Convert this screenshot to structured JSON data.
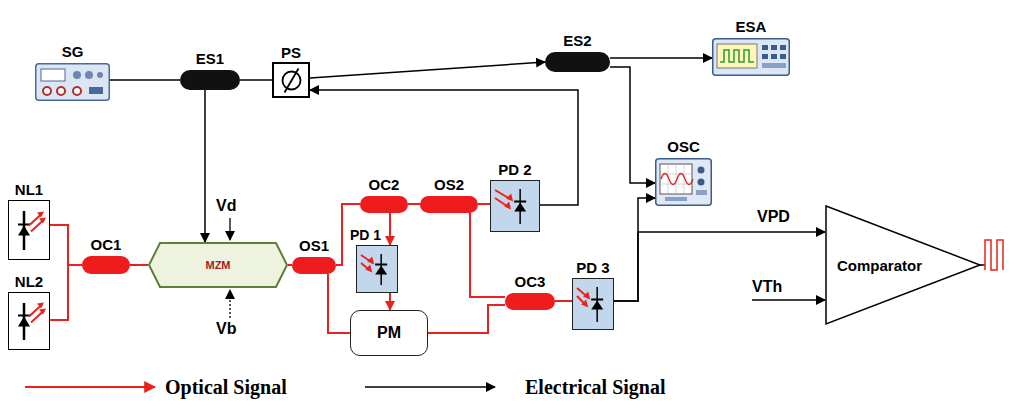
{
  "diagram": {
    "nodes": [
      {
        "text": [
          "SG"
        ]
      },
      {
        "text": [
          "ES1"
        ]
      },
      {
        "text": [
          "PS"
        ]
      },
      {
        "text": [
          "ES2"
        ]
      },
      {
        "text": [
          "ESA"
        ]
      },
      {
        "text": [
          "OSC"
        ]
      },
      {
        "text": [
          "NL1"
        ]
      },
      {
        "text": [
          "NL2"
        ]
      },
      {
        "text": [
          "OC1"
        ]
      },
      {
        "text": [
          "MZM"
        ]
      },
      {
        "text": [
          "OS1"
        ]
      },
      {
        "text": [
          "OC2"
        ]
      },
      {
        "text": [
          "OS2"
        ]
      },
      {
        "text": [
          "PD 2"
        ]
      },
      {
        "text": [
          "PD 1"
        ]
      },
      {
        "text": [
          "PM"
        ]
      },
      {
        "text": [
          "OC3"
        ]
      },
      {
        "text": [
          "PD 3"
        ]
      },
      {
        "text": [
          "Comparator"
        ]
      }
    ],
    "edges": [
      {
        "from": 0,
        "to": 1,
        "arrow": "none"
      },
      {
        "from": 1,
        "to": 2,
        "arrow": "none"
      },
      {
        "from": 1,
        "to": 9,
        "arrow": "to"
      },
      {
        "from": 2,
        "to": 3,
        "arrow": "to"
      },
      {
        "from": 13,
        "to": 2,
        "arrow": "to"
      },
      {
        "from": 3,
        "to": 4,
        "arrow": "to"
      },
      {
        "from": 3,
        "to": 5,
        "arrow": "to"
      },
      {
        "from": 6,
        "to": 8,
        "arrow": "none"
      },
      {
        "from": 7,
        "to": 8,
        "arrow": "none"
      },
      {
        "from": 8,
        "to": 9,
        "arrow": "none"
      },
      {
        "from": 9,
        "to": 10,
        "arrow": "none"
      },
      {
        "from": 10,
        "to": 11,
        "arrow": "none"
      },
      {
        "from": 11,
        "to": 12,
        "arrow": "none"
      },
      {
        "from": 12,
        "to": 13,
        "arrow": "none"
      },
      {
        "from": 11,
        "to": 14,
        "arrow": "to"
      },
      {
        "from": 14,
        "to": 15,
        "arrow": "to"
      },
      {
        "from": 10,
        "to": 15,
        "arrow": "none"
      },
      {
        "from": 15,
        "to": 16,
        "arrow": "none"
      },
      {
        "from": 12,
        "to": 16,
        "arrow": "none"
      },
      {
        "from": 16,
        "to": 17,
        "arrow": "none"
      },
      {
        "from": 17,
        "to": 5,
        "arrow": "to"
      },
      {
        "from": 17,
        "to": 18,
        "label": "VPD",
        "arrow": "to"
      }
    ],
    "labels": [
      "Vd",
      "Vb",
      "VTh"
    ],
    "legend": [
      {
        "text": "Optical Signal"
      },
      {
        "text": "Electrical Signal"
      }
    ]
  }
}
